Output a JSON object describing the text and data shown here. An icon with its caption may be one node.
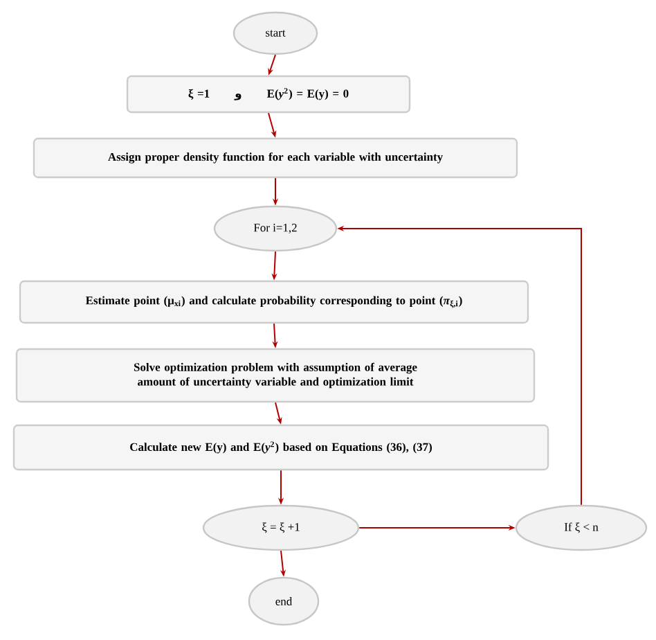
{
  "diagram": {
    "nodes": [
      {
        "text": [
          "start"
        ]
      },
      {
        "text": [
          "ξ  =1",
          "و",
          "E(*y*$^{2}$) = E(y) = 0"
        ]
      },
      {
        "text": [
          "Assign proper density function for each variable with uncertainty"
        ]
      },
      {
        "text": [
          "For i=1,2"
        ]
      },
      {
        "text": [
          "Estimate point (μ$_{xi}$) and calculate probability corresponding to point (*π*$_{ξ,i}$)"
        ]
      },
      {
        "text": [
          "Solve optimization problem with assumption of average amount of uncertainty variable and optimization limit"
        ]
      },
      {
        "text": [
          "Calculate new E(y) and E(*y*$^{2}$) based on Equations (36), (37)"
        ]
      },
      {
        "text": [
          "ξ =  ξ  +1"
        ]
      },
      {
        "text": [
          "If ξ < n"
        ]
      },
      {
        "text": [
          "end"
        ]
      }
    ],
    "edges": [
      {
        "from": 0,
        "to": 1,
        "arrow": "to"
      },
      {
        "from": 1,
        "to": 2,
        "arrow": "to"
      },
      {
        "from": 2,
        "to": 3,
        "arrow": "to"
      },
      {
        "from": 3,
        "to": 4,
        "arrow": "to"
      },
      {
        "from": 4,
        "to": 5,
        "arrow": "to"
      },
      {
        "from": 5,
        "to": 6,
        "arrow": "to"
      },
      {
        "from": 6,
        "to": 7,
        "arrow": "to"
      },
      {
        "from": 7,
        "to": 9,
        "arrow": "to"
      },
      {
        "from": 7,
        "to": 8,
        "arrow": "to"
      },
      {
        "from": 8,
        "to": 3,
        "arrow": "to"
      }
    ]
  }
}
